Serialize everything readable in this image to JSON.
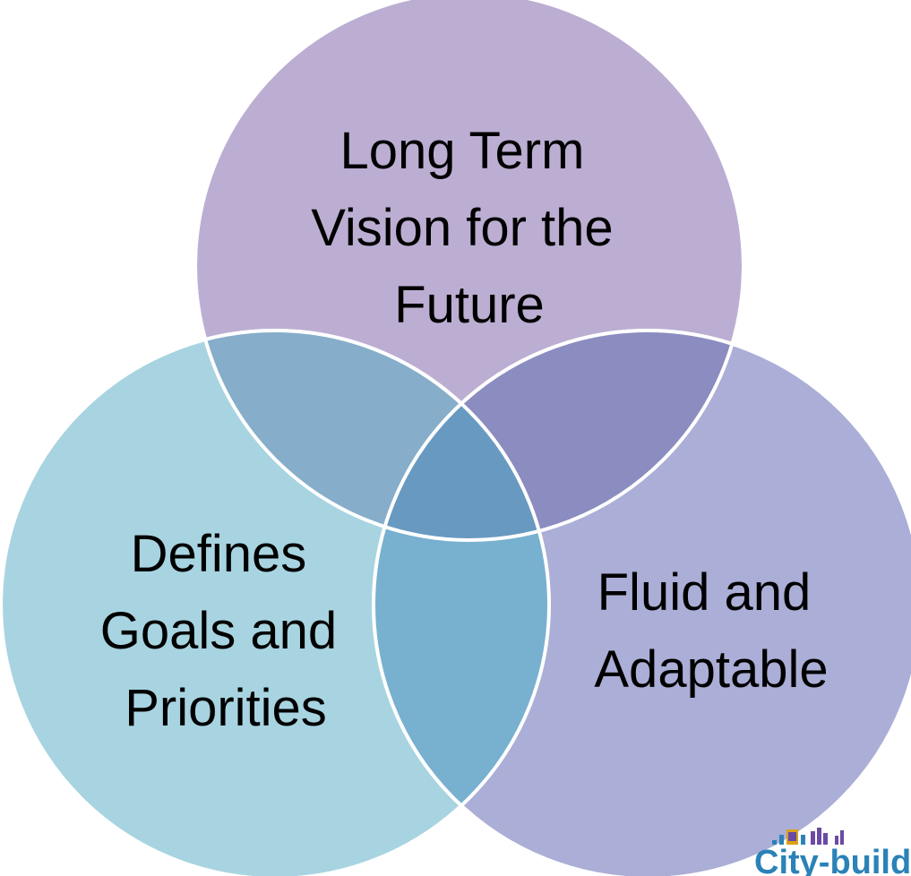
{
  "diagram": {
    "circles": [
      {
        "id": "top",
        "lines": [
          "Long Term",
          "Vision for the",
          "Future"
        ],
        "color": "#bcaed2"
      },
      {
        "id": "left",
        "lines": [
          "Defines",
          "Goals and",
          "Priorities"
        ],
        "color": "#a8d4e1"
      },
      {
        "id": "right",
        "lines": [
          "Fluid and",
          "Adaptable"
        ],
        "color": "#abaed6"
      }
    ],
    "overlap_colors": {
      "top_left": "#86adc9",
      "top_right": "#8b8cc0",
      "left_right": "#78b0d0",
      "center": "#6899c1"
    }
  },
  "logo": {
    "text": "City-buildin",
    "colors": [
      "#2a82b8",
      "#6b4aa3",
      "#d9a21a",
      "#8a8a8a"
    ]
  }
}
